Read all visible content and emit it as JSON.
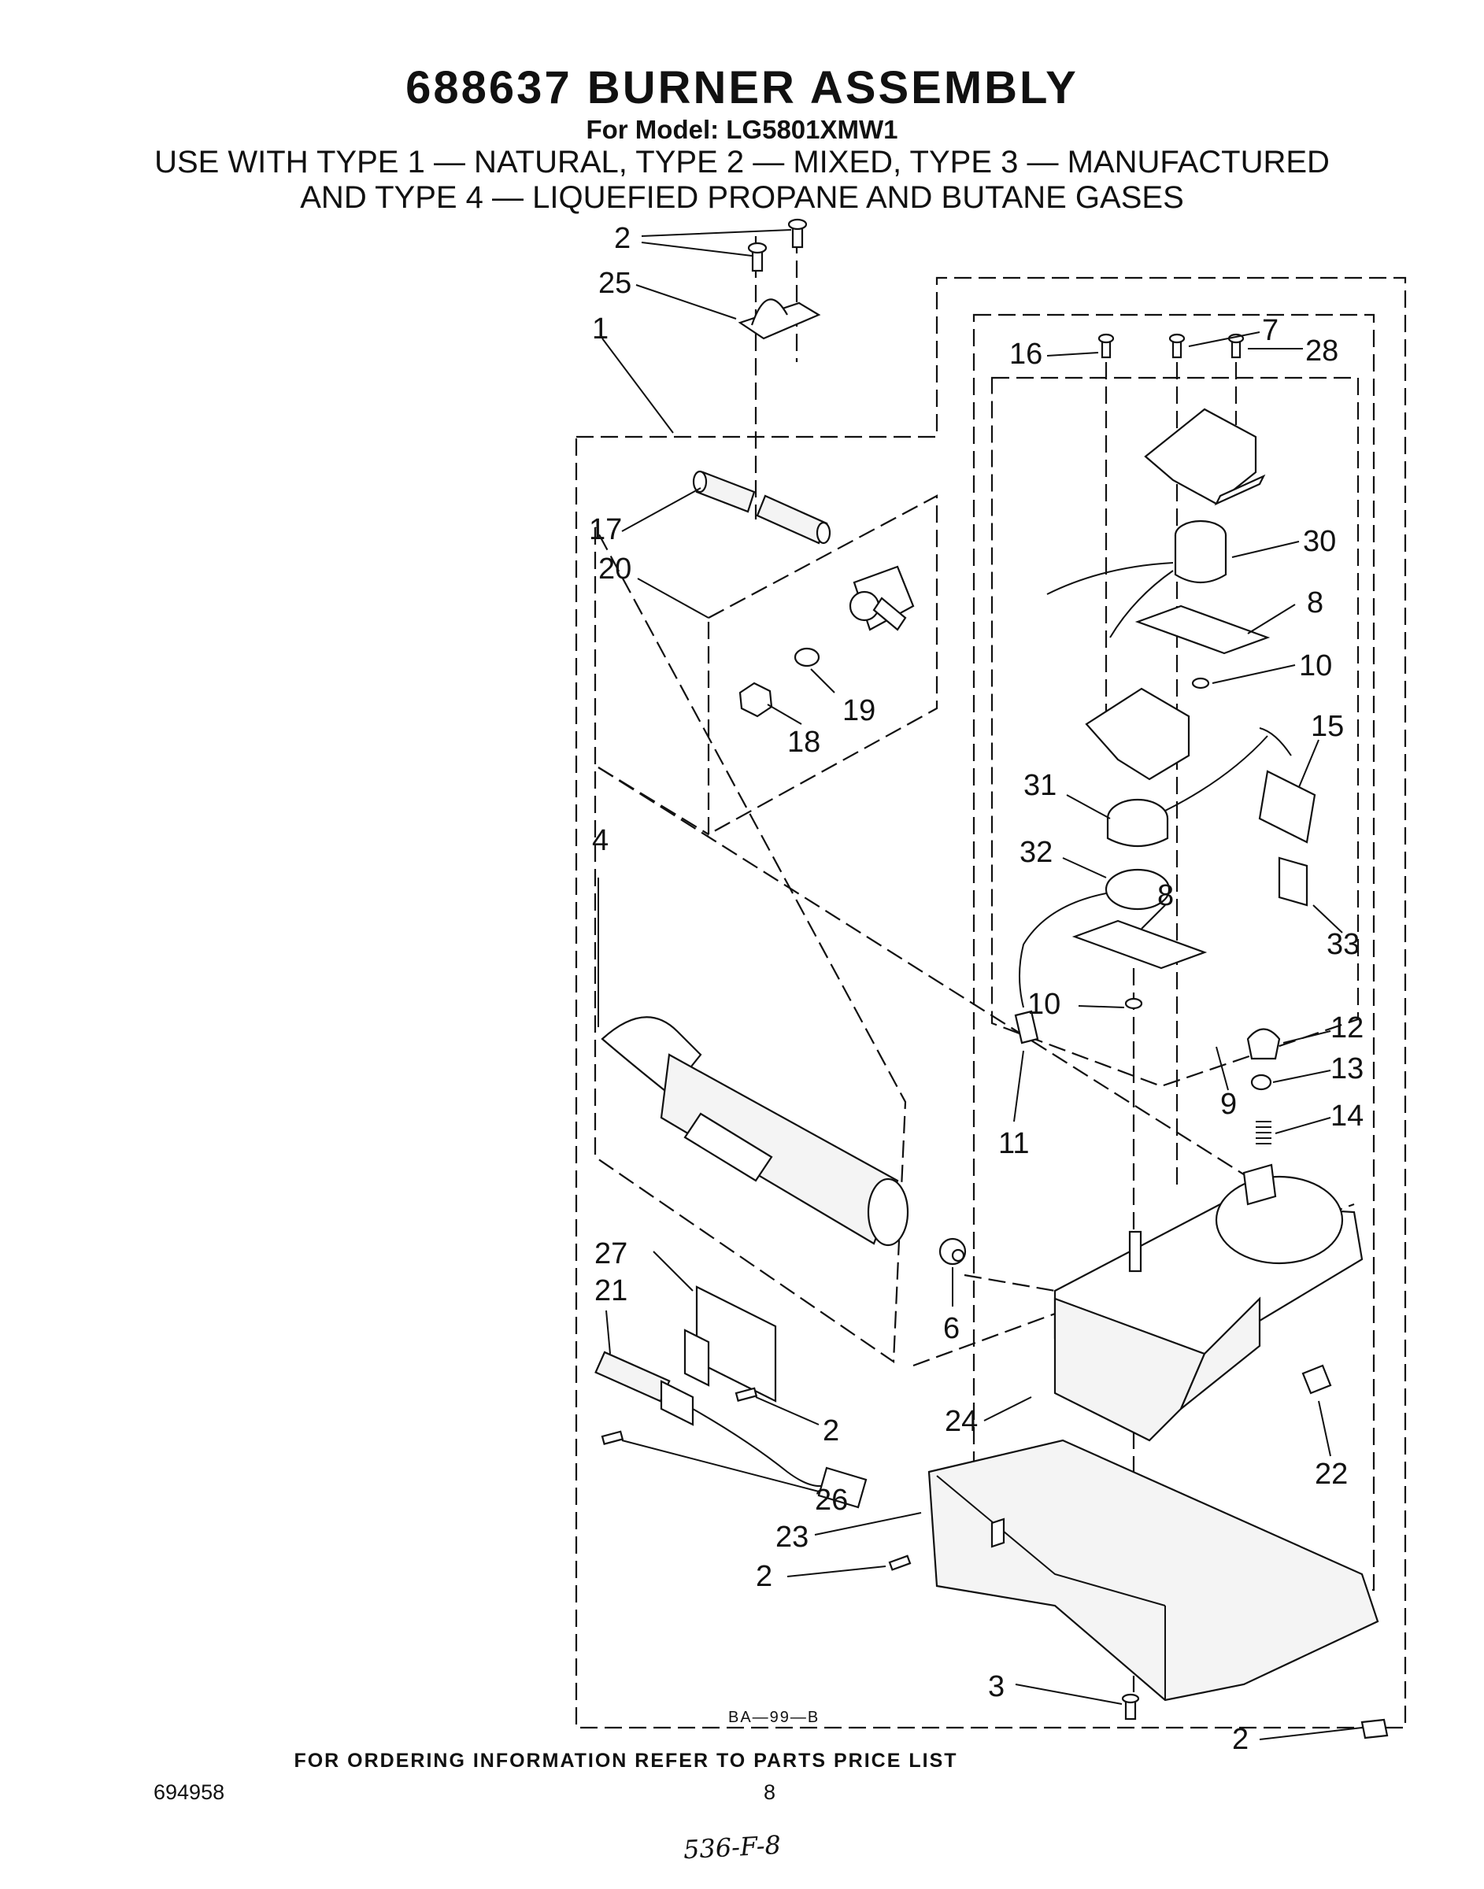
{
  "header": {
    "title": "688637 BURNER ASSEMBLY",
    "model_line": "For Model: LG5801XMW1",
    "use_line_1": "USE WITH TYPE 1 — NATURAL, TYPE 2 — MIXED, TYPE 3 — MANUFACTURED",
    "use_line_2": "AND TYPE 4 — LIQUEFIED PROPANE AND BUTANE GASES"
  },
  "diagram": {
    "drawing_code": "BA—99—B",
    "callouts": [
      "2",
      "25",
      "1",
      "17",
      "20",
      "19",
      "18",
      "4",
      "27",
      "21",
      "6",
      "2",
      "26",
      "23",
      "2",
      "3",
      "2",
      "24",
      "22",
      "16",
      "7",
      "28",
      "30",
      "8",
      "10",
      "15",
      "31",
      "32",
      "8",
      "33",
      "10",
      "12",
      "13",
      "9",
      "14",
      "11"
    ]
  },
  "footer": {
    "ordering_note": "FOR ORDERING INFORMATION REFER TO PARTS PRICE LIST",
    "document_number": "694958",
    "page_number": "8",
    "handwritten_code": "536-F-8"
  }
}
